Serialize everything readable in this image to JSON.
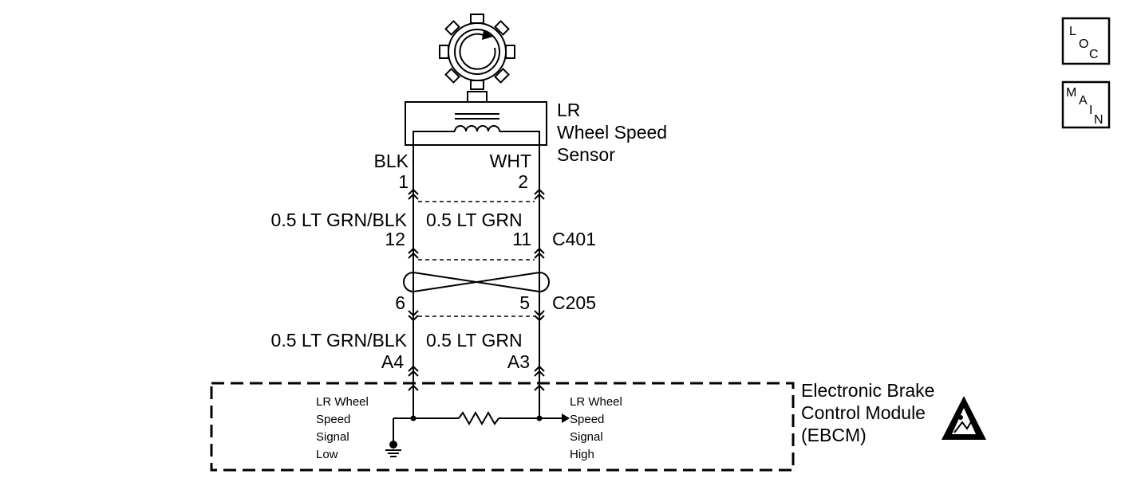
{
  "sensor": {
    "name_line1": "LR",
    "name_line2": "Wheel Speed",
    "name_line3": "Sensor",
    "left_wire_color": "BLK",
    "left_pin": "1",
    "right_wire_color": "WHT",
    "right_pin": "2"
  },
  "c401": {
    "left_wire": "0.5 LT GRN/BLK",
    "right_wire": "0.5 LT GRN",
    "left_pin": "12",
    "right_pin": "11",
    "connector": "C401"
  },
  "c205": {
    "left_pin": "6",
    "right_pin": "5",
    "connector": "C205"
  },
  "ebcm_wires": {
    "left_wire": "0.5 LT GRN/BLK",
    "right_wire": "0.5 LT GRN",
    "left_pin": "A4",
    "right_pin": "A3"
  },
  "ebcm": {
    "name_line1": "Electronic Brake",
    "name_line2": "Control Module",
    "name_line3": "(EBCM)",
    "low_label": [
      "LR Wheel",
      "Speed",
      "Signal",
      "Low"
    ],
    "high_label": [
      "LR Wheel",
      "Speed",
      "Signal",
      "High"
    ]
  },
  "nav": {
    "loc": [
      "L",
      "O",
      "C"
    ],
    "main": [
      "M",
      "A",
      "I",
      "N"
    ]
  }
}
